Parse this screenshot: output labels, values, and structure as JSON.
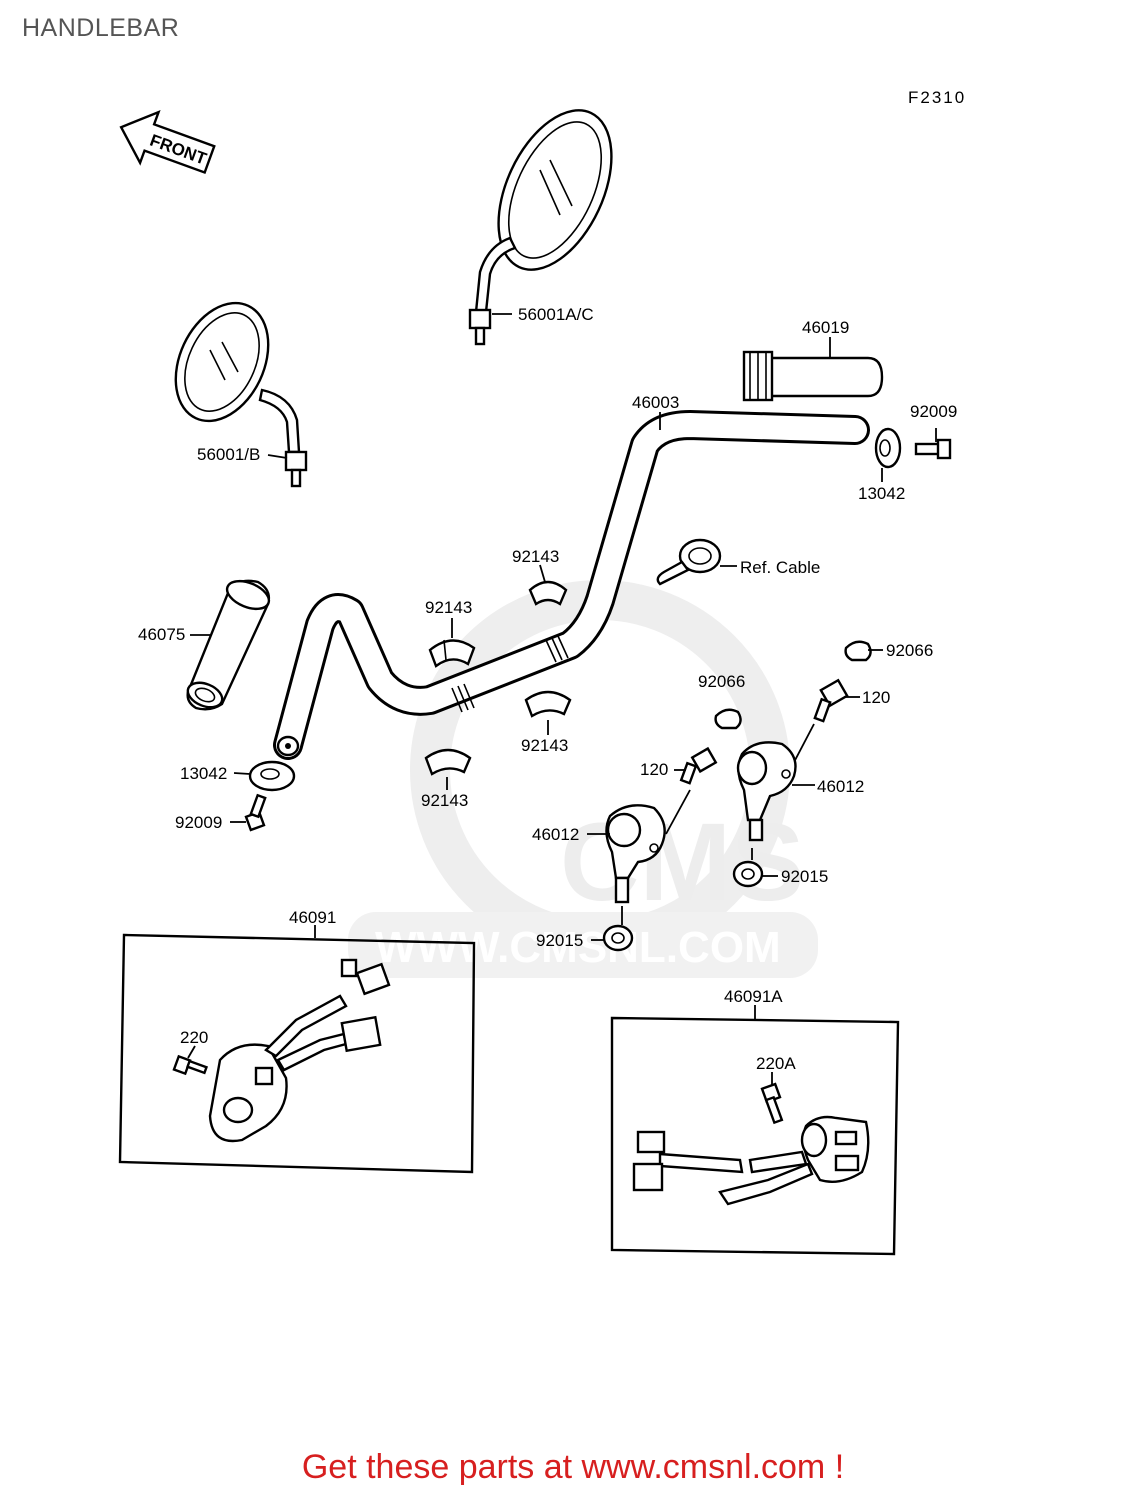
{
  "page": {
    "title": "HANDLEBAR",
    "diagram_code": "F2310",
    "footer_text": "Get these parts at www.cmsnl.com !"
  },
  "front_arrow": {
    "label": "FRONT",
    "icon": "front-arrow-icon"
  },
  "watermark": {
    "text": "WWW.CMSNL.COM",
    "logo": "CMS"
  },
  "parts": [
    {
      "key": "mirror_left",
      "number": "56001A/C"
    },
    {
      "key": "mirror_right",
      "number": "56001/B"
    },
    {
      "key": "grip_throttle",
      "number": "46019"
    },
    {
      "key": "handlebar",
      "number": "46003"
    },
    {
      "key": "bolt_right",
      "number": "92009"
    },
    {
      "key": "weight_right",
      "number": "13042"
    },
    {
      "key": "cable_ref",
      "number": "Ref. Cable"
    },
    {
      "key": "damper_1",
      "number": "92143"
    },
    {
      "key": "damper_2",
      "number": "92143"
    },
    {
      "key": "damper_3",
      "number": "92143"
    },
    {
      "key": "damper_4",
      "number": "92143"
    },
    {
      "key": "grip_left",
      "number": "46075"
    },
    {
      "key": "cap_1",
      "number": "92066"
    },
    {
      "key": "cap_2",
      "number": "92066"
    },
    {
      "key": "bolt_1",
      "number": "120"
    },
    {
      "key": "bolt_2",
      "number": "120"
    },
    {
      "key": "holder_1",
      "number": "46012"
    },
    {
      "key": "holder_2",
      "number": "46012"
    },
    {
      "key": "weight_left",
      "number": "13042"
    },
    {
      "key": "bolt_left",
      "number": "92009"
    },
    {
      "key": "nut_1",
      "number": "92015"
    },
    {
      "key": "nut_2",
      "number": "92015"
    },
    {
      "key": "switch_left",
      "number": "46091"
    },
    {
      "key": "screw_left",
      "number": "220"
    },
    {
      "key": "switch_right",
      "number": "46091A"
    },
    {
      "key": "screw_right",
      "number": "220A"
    }
  ]
}
